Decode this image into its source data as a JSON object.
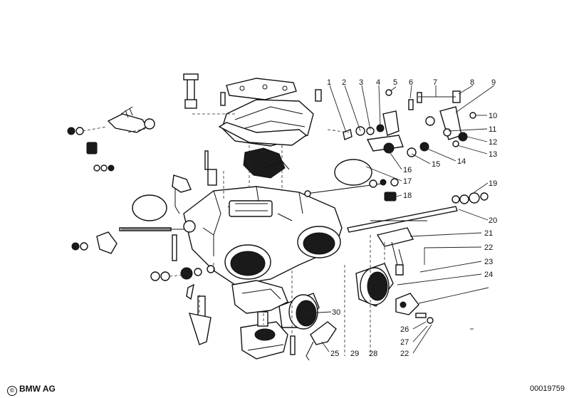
{
  "footer": {
    "brand_symbol": "©",
    "brand_name": "BMW AG",
    "document_number": "00019759"
  },
  "callouts": [
    "1",
    "2",
    "3",
    "4",
    "5",
    "6",
    "7",
    "8",
    "9",
    "10",
    "11",
    "12",
    "13",
    "14",
    "15",
    "16",
    "17",
    "18",
    "19",
    "20",
    "21",
    "22",
    "23",
    "24",
    "26",
    "27",
    "22",
    "25",
    "29",
    "28",
    "30"
  ]
}
